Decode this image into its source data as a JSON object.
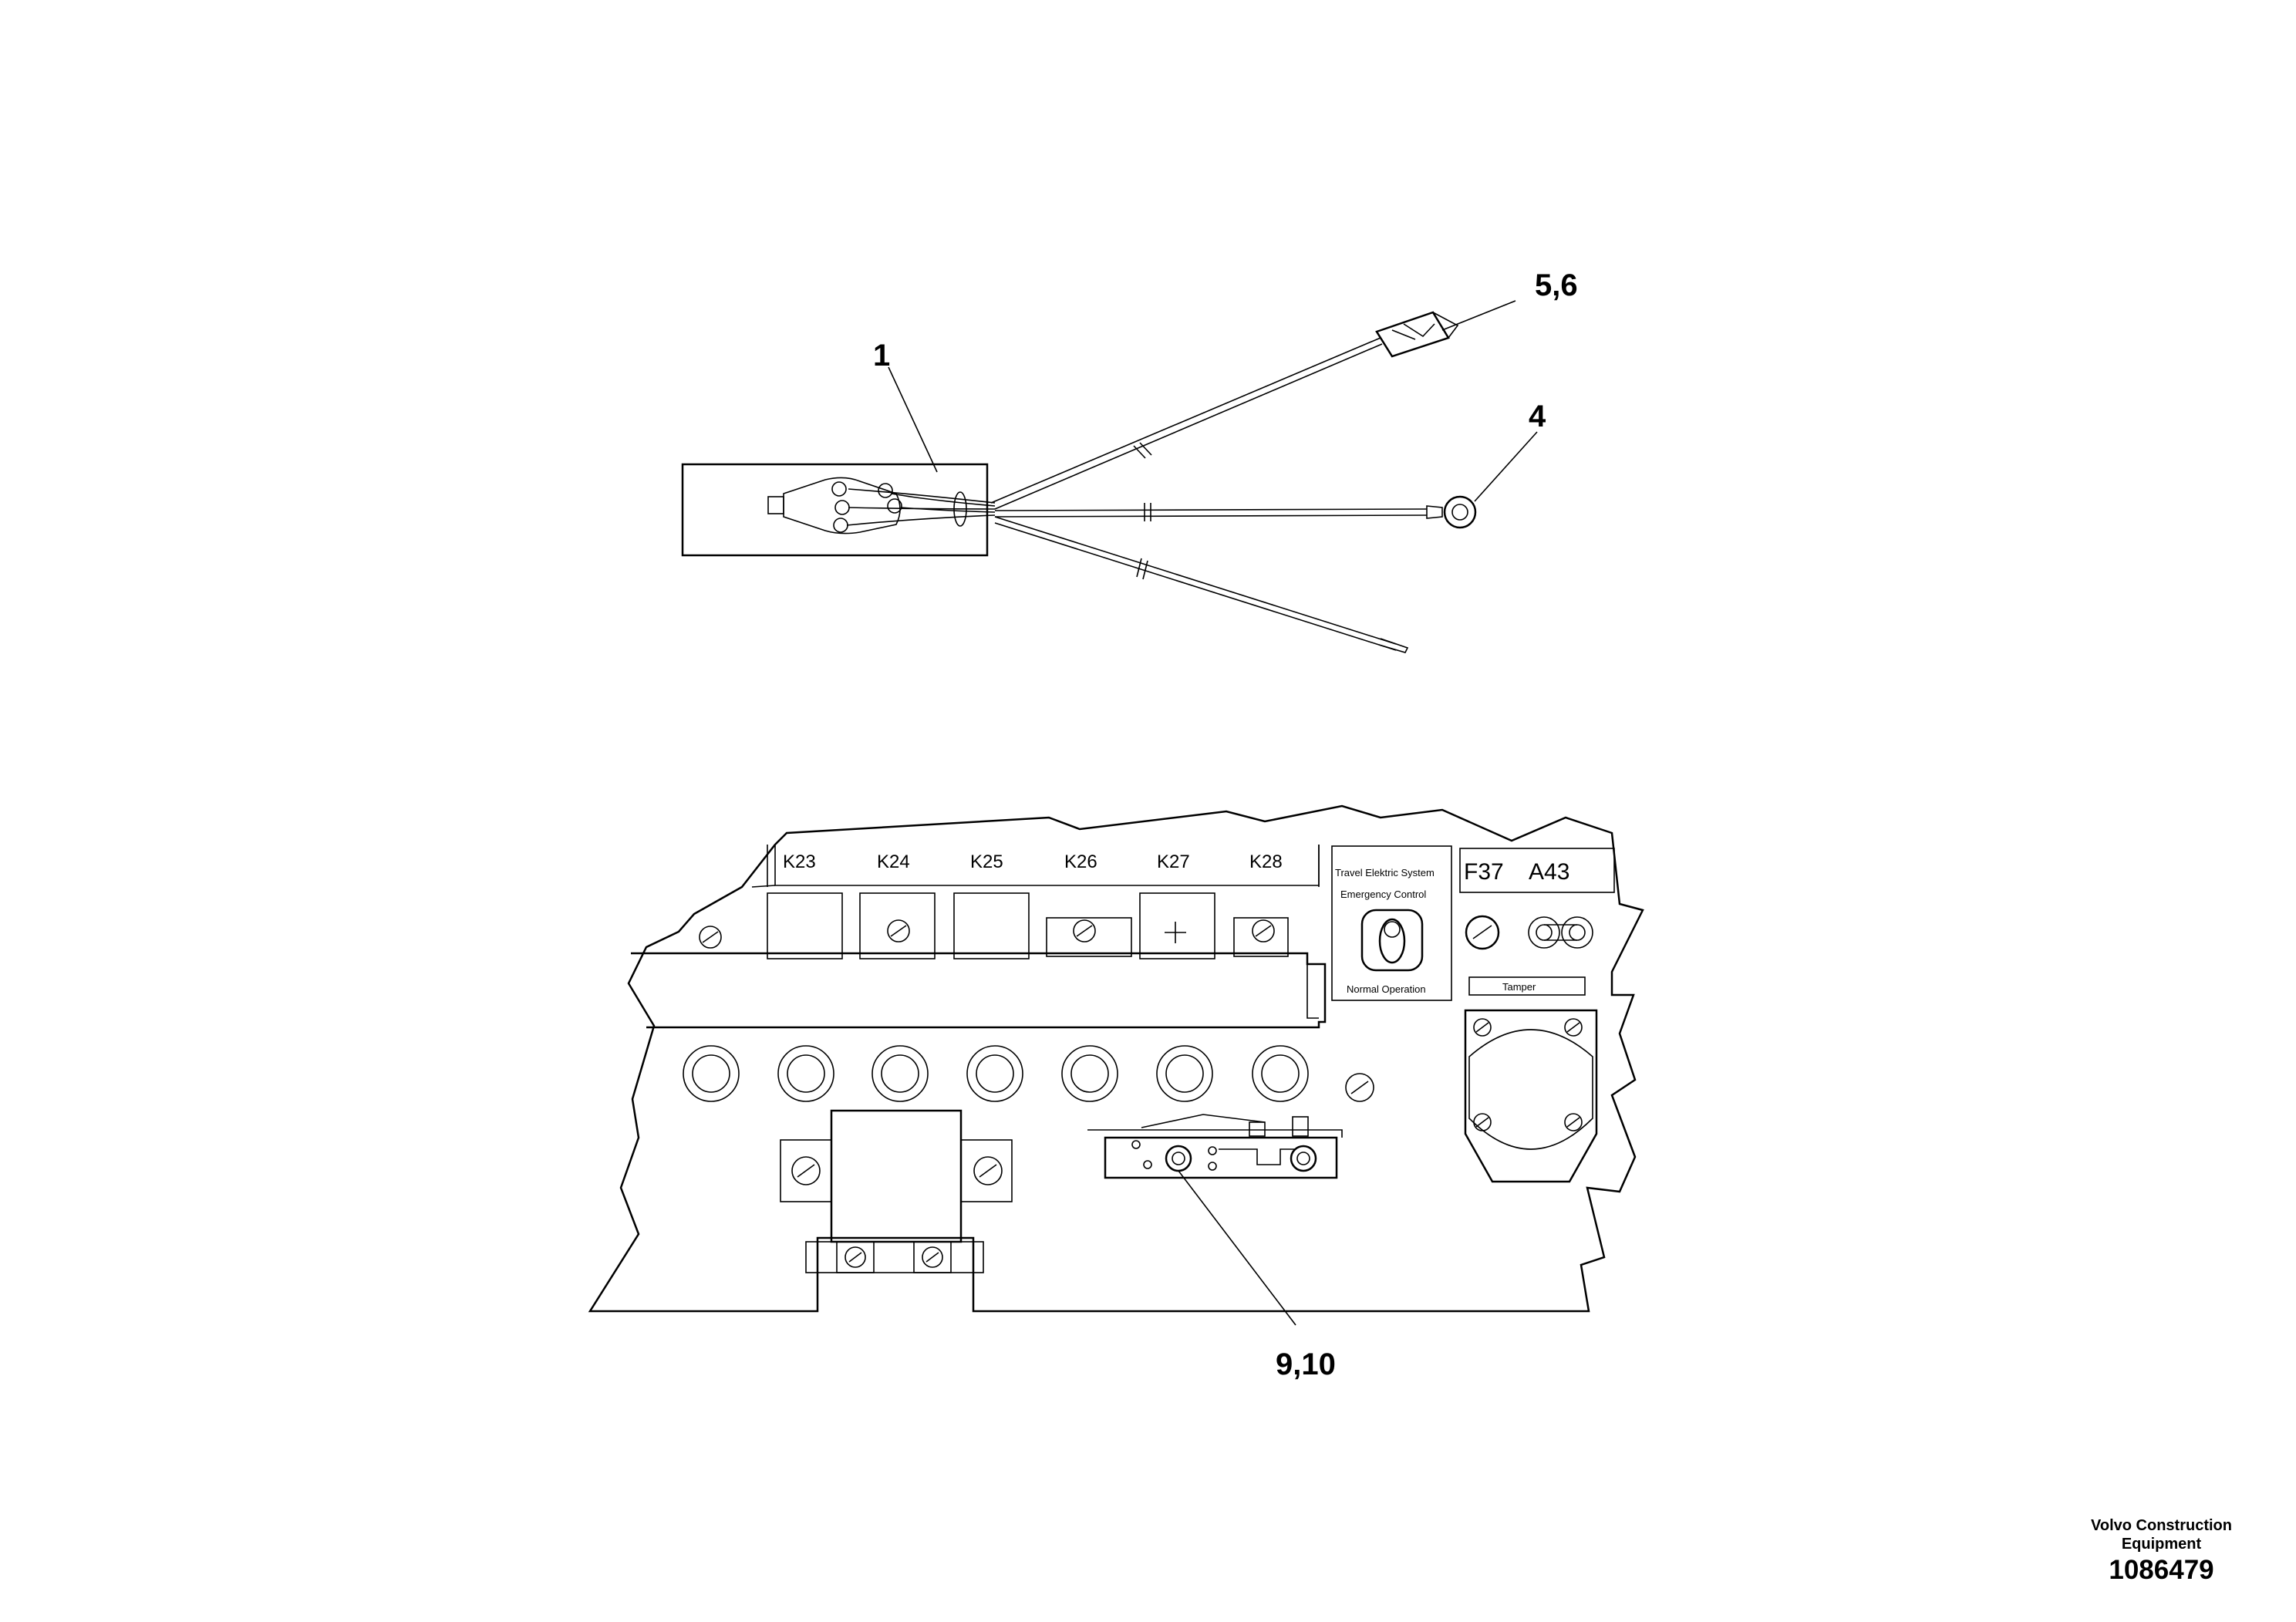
{
  "callouts": {
    "item_1": "1",
    "item_5_6": "5,6",
    "item_4": "4",
    "item_9_10": "9,10"
  },
  "relays": [
    "K23",
    "K24",
    "K25",
    "K26",
    "K27",
    "K28"
  ],
  "panel": {
    "f37": "F37",
    "a43": "A43",
    "switch_title": "Travel Elektric System",
    "switch_upper": "Emergency Control",
    "switch_lower": "Normal Operation",
    "tamper": "Tamper"
  },
  "footer": {
    "brand_line1": "Volvo Construction",
    "brand_line2": "Equipment",
    "part_number": "1086479"
  }
}
